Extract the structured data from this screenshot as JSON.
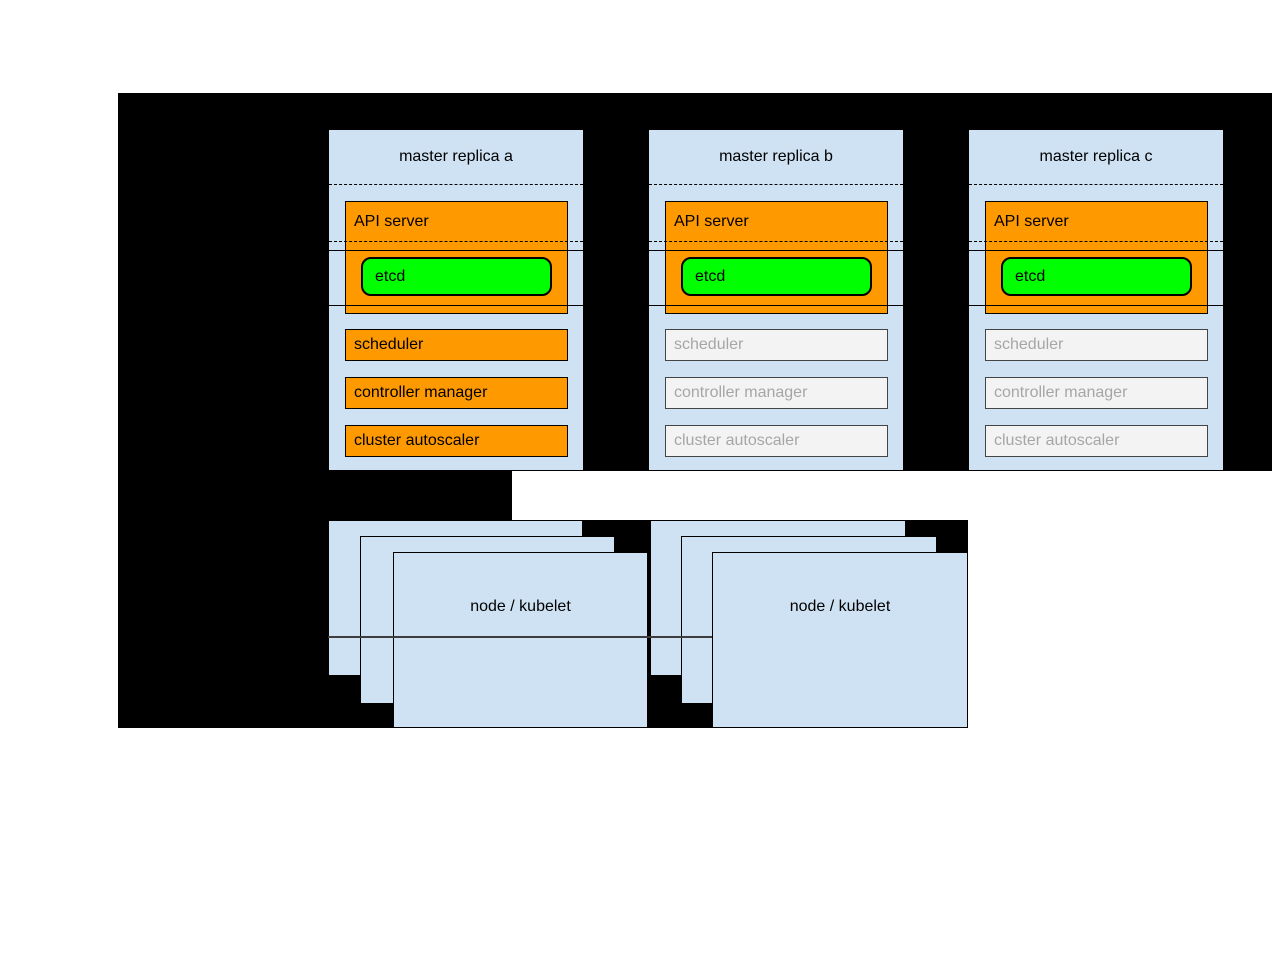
{
  "colors": {
    "page_bg": "#ffffff",
    "panel_black": "#000000",
    "box_blue": "#cfe2f3",
    "active_orange": "#ff9900",
    "etcd_green": "#00ff00",
    "inactive_fill": "#f3f3f3",
    "inactive_border": "#444444",
    "inactive_text": "#a6a6a6",
    "divider_gray": "#3d3d3d"
  },
  "masters": [
    {
      "title": "master replica a",
      "api_server": "API server",
      "etcd": "etcd",
      "state": "active",
      "components": [
        "scheduler",
        "controller manager",
        "cluster autoscaler"
      ]
    },
    {
      "title": "master replica b",
      "api_server": "API server",
      "etcd": "etcd",
      "state": "inactive",
      "components": [
        "scheduler",
        "controller manager",
        "cluster autoscaler"
      ]
    },
    {
      "title": "master replica c",
      "api_server": "API server",
      "etcd": "etcd",
      "state": "inactive",
      "components": [
        "scheduler",
        "controller manager",
        "cluster autoscaler"
      ]
    }
  ],
  "node_groups": [
    {
      "label": "node / kubelet"
    },
    {
      "label": "node / kubelet"
    }
  ]
}
